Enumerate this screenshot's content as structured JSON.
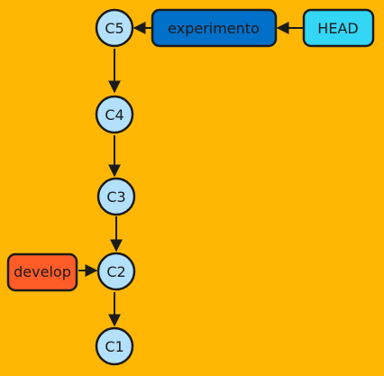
{
  "diagram": {
    "background": "#FFB703",
    "commits": [
      {
        "id": "c5",
        "label": "C5"
      },
      {
        "id": "c4",
        "label": "C4"
      },
      {
        "id": "c3",
        "label": "C3"
      },
      {
        "id": "c2",
        "label": "C2"
      },
      {
        "id": "c1",
        "label": "C1"
      }
    ],
    "refs": [
      {
        "id": "experimento",
        "label": "experimento",
        "color": "#0070C8",
        "points_to": "c5"
      },
      {
        "id": "head",
        "label": "HEAD",
        "color": "#33D6F5",
        "points_to": "experimento"
      },
      {
        "id": "develop",
        "label": "develop",
        "color": "#FF5C29",
        "points_to": "c2"
      }
    ],
    "commit_color": "#B3E0FB",
    "stroke_color": "#1b1b1b"
  }
}
